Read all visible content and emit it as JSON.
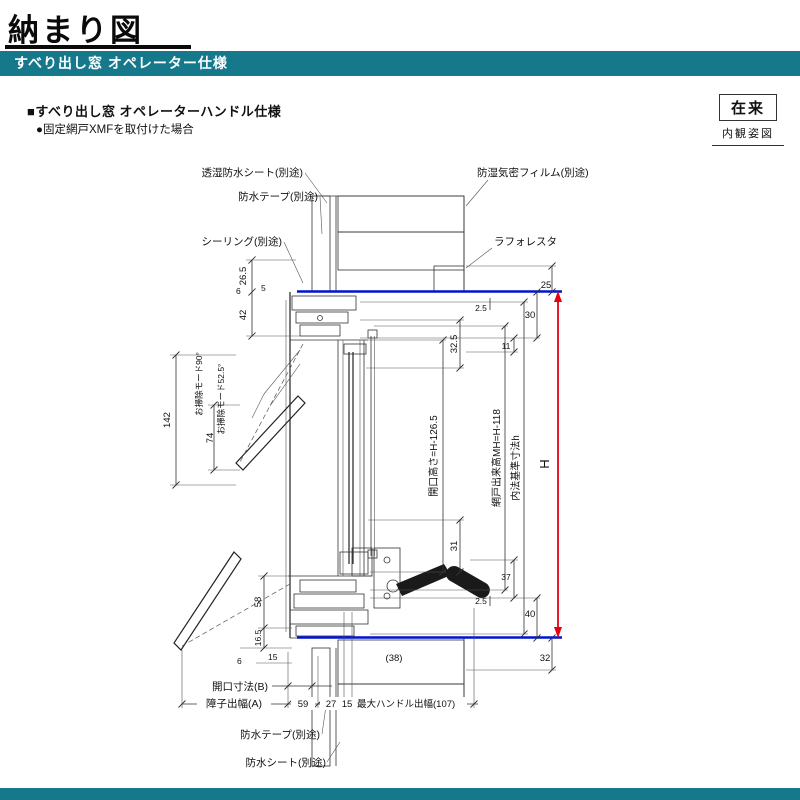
{
  "header": {
    "title": "納まり図",
    "banner": "すべり出し窓 オペレーター仕様",
    "heading": "■すべり出し窓 オペレーターハンドル仕様",
    "subheading": "●固定網戸XMFを取付けた場合",
    "badge": "在来",
    "badge_caption": "内観姿図"
  },
  "drawing": {
    "callouts": {
      "sheet_top": "透湿防水シート(別途)",
      "tape_top": "防水テープ(別途)",
      "seal": "シーリング(別途)",
      "film": "防湿気密フィルム(別途)",
      "laforesta": "ラフォレスタ",
      "tape_bottom": "防水テープ(別途)",
      "sheet_bottom": "防水シート(別途)"
    },
    "vlabels": {
      "mode90": "お掃除モード90°",
      "mode525": "お掃除モード52.5°",
      "opening_h": "開口高さ=H-126.5",
      "screen_h": "網戸出来高MH=H-118",
      "naiho": "内法基準寸法h",
      "h": "H"
    },
    "dims": {
      "d26_5": "26.5",
      "d5": "5",
      "d6t": "6",
      "d42": "42",
      "d142": "142",
      "d74": "74",
      "d25": "25",
      "d30": "30",
      "d2_5t": "2.5",
      "d11": "11",
      "d32_5": "32.5",
      "d31": "31",
      "d37": "37",
      "d2_5b": "2.5",
      "d40": "40",
      "d32": "32",
      "d58": "58",
      "d16_5": "16.5",
      "d15l": "15",
      "d6b": "6",
      "d38": "(38)",
      "dimB": "開口寸法(B)",
      "dimA": "障子出幅(A)",
      "d59": "59",
      "d27": "27",
      "d15b": "15",
      "dmax": "最大ハンドル出幅(107)"
    }
  }
}
